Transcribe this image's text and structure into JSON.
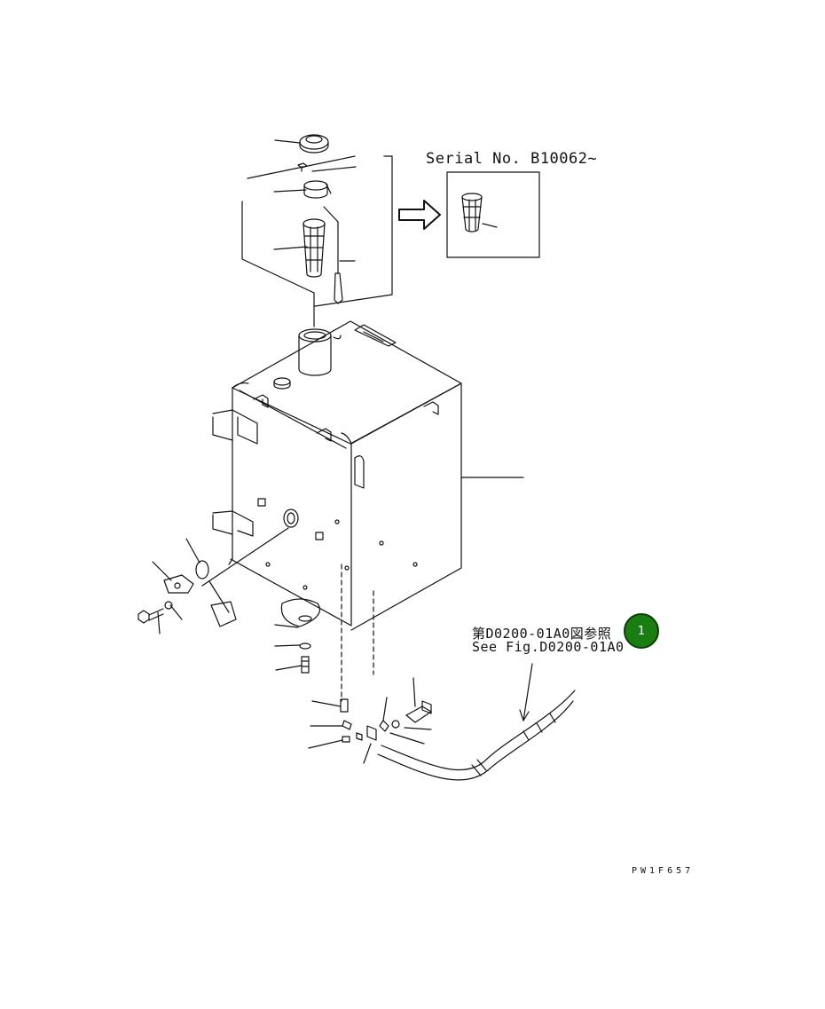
{
  "diagram": {
    "serial_note": "Serial No. B10062~",
    "reference_jp": "第D0200-01A0図参照",
    "reference_en": "See Fig.D0200-01A0",
    "drawing_code": "PW1F657",
    "badge_number": "1",
    "colors": {
      "line": "#111111",
      "badge_fill": "#1a7d12",
      "badge_border": "#0e3d0a",
      "background": "#ffffff"
    }
  }
}
